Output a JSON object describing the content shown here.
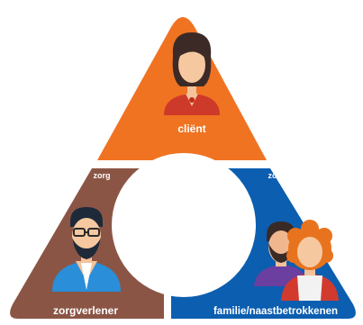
{
  "diagram": {
    "segments": [
      {
        "id": "top",
        "label": "cliënt",
        "color": "#f07322"
      },
      {
        "id": "left",
        "label": "zorgverlener",
        "color": "#8b5545"
      },
      {
        "id": "right",
        "label": "familie/naastbetrokkenen",
        "color": "#0b5eb0"
      }
    ],
    "edge_labels": {
      "left": "zorg",
      "right": "zorg"
    },
    "center_color": "#ffffff"
  }
}
